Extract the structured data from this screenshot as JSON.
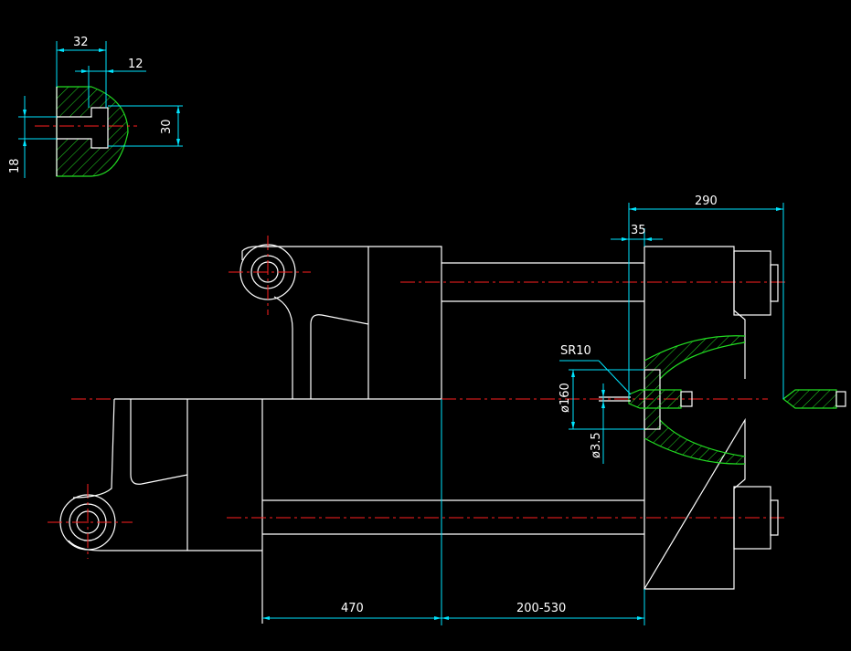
{
  "dimensions": {
    "detail_width": "32",
    "detail_slot": "12",
    "detail_height": "30",
    "detail_slot_height": "18",
    "overall_290": "290",
    "nozzle_35": "35",
    "sphere_radius": "SR10",
    "dia_160": "ø160",
    "dia_3_5": "ø3.5",
    "stroke_470": "470",
    "stroke_range": "200-530"
  },
  "colors": {
    "outline": "#ffffff",
    "dimension": "#00e5ff",
    "centerline": "#ff2020",
    "section_outline": "#22dd22",
    "background": "#000000"
  }
}
